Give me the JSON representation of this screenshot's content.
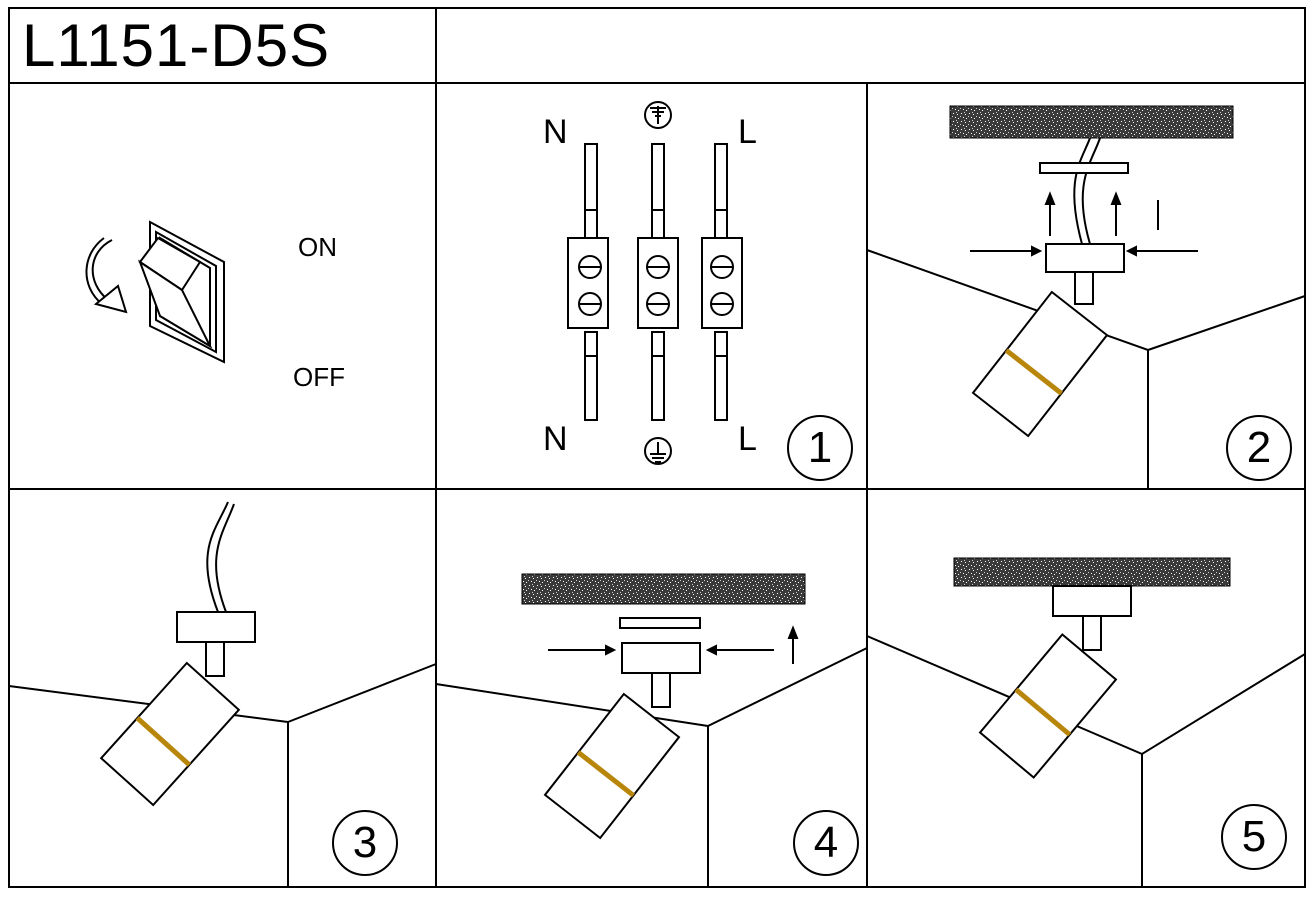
{
  "header": {
    "model": "L1151-D5S"
  },
  "switch_panel": {
    "on_label": "ON",
    "off_label": "OFF"
  },
  "terminal_panel": {
    "top_left": "N",
    "top_right": "L",
    "bottom_left": "N",
    "bottom_right": "L"
  },
  "steps": [
    "1",
    "2",
    "3",
    "4",
    "5"
  ]
}
